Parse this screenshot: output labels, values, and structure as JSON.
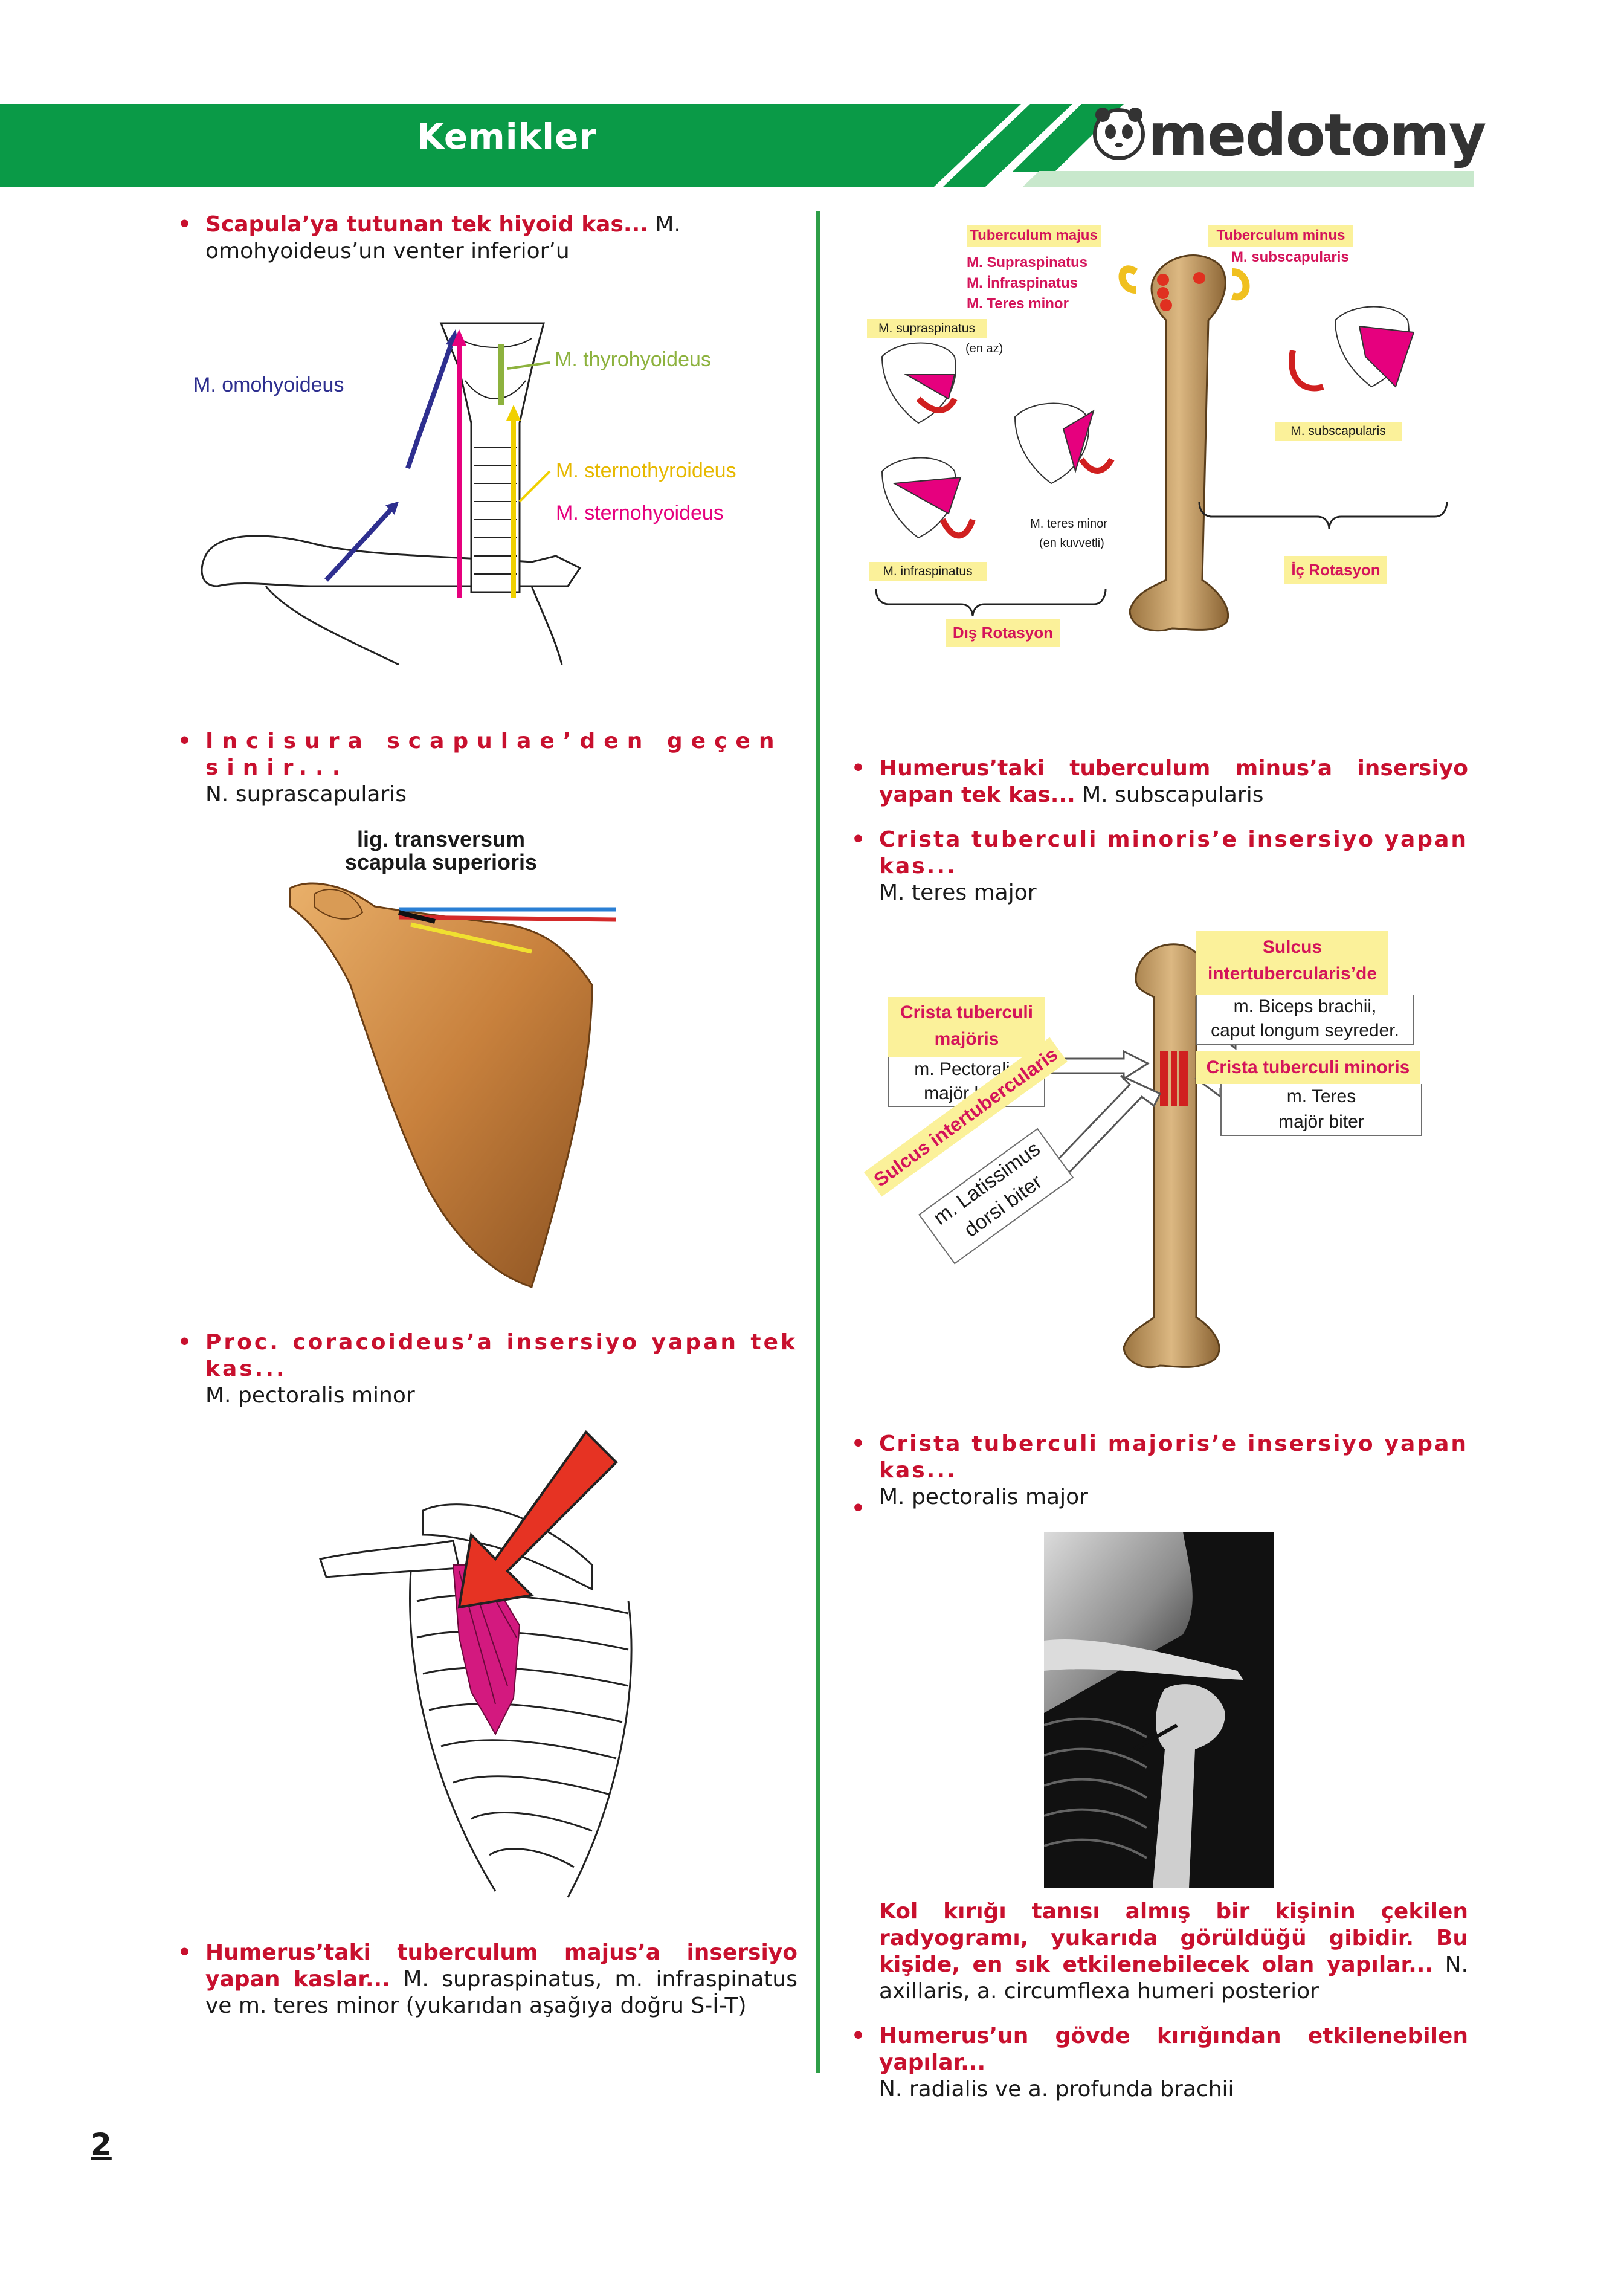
{
  "header": {
    "title": "Kemikler",
    "logo": "medotomy",
    "bar_color": "#0a9a47",
    "accent_color": "#c8e8cc"
  },
  "left": {
    "b1": {
      "red": "Scapula’ya tutunan tek hiyoid kas...",
      "text": " M. omohyoideus’un venter inferior’u"
    },
    "hyoid_labels": {
      "omohyoideus": "M. omohyoideus",
      "thyrohyoideus": "M. thyrohyoideus",
      "sternothyroideus": "M. sternothyroideus",
      "sternohyoideus": "M. sternohyoideus"
    },
    "b2": {
      "red": "Incisura scapulae’den geçen sinir...",
      "text": "N. suprascapularis"
    },
    "scapula_label": "lig. transversum scapula superioris",
    "b3": {
      "red": "Proc. coracoideus’a insersiyo yapan tek kas...",
      "text": "M. pectoralis minor"
    },
    "b4": {
      "red": "Humerus’taki tuberculum majus’a insersiyo yapan kaslar...",
      "text": " M. supraspinatus, m. infraspinatus ve m. teres minor (yukarıdan aşağıya doğru S-İ-T)"
    }
  },
  "right": {
    "rotation": {
      "tub_majus": "Tuberculum majus",
      "tub_majus_muscles": [
        "M. Supraspinatus",
        "M. İnfraspinatus",
        "M. Teres minor"
      ],
      "tub_minus": "Tuberculum minus",
      "tub_minus_muscle": "M. subscapularis",
      "supraspinatus": "M. supraspinatus",
      "en_az": "(en az)",
      "teres_minor": "M. teres minor",
      "en_kuvvetli": "(en kuvvetli)",
      "infraspinatus": "M. infraspinatus",
      "subscapularis": "M. subscapularis",
      "dis_rot": "Dış Rotasyon",
      "ic_rot": "İç Rotasyon"
    },
    "b5": {
      "red": "Humerus’taki tuberculum minus’a insersiyo yapan tek kas...",
      "text": " M. subscapularis"
    },
    "b6": {
      "red": "Crista tuberculi minoris’e insersiyo yapan kas...",
      "text": "M. teres major"
    },
    "humerus": {
      "sulcus_de_1": "Sulcus",
      "sulcus_de_2": "intertubercularis’de",
      "biceps_1": "m. Biceps brachii,",
      "biceps_2": "caput longum seyreder.",
      "crista_maj_1": "Crista tuberculi",
      "crista_maj_2": "majöris",
      "pect_1": "m. Pectoralis",
      "pect_2": "majör biter",
      "crista_min": "Crista tuberculi minoris",
      "teres_1": "m. Teres",
      "teres_2": "majör biter",
      "sulcus_rot": "Sulcus intertubercularis",
      "lat_1": "m. Latissimus",
      "lat_2": "dorsi biter"
    },
    "b7": {
      "red": "Crista tuberculi majoris’e insersiyo yapan kas...",
      "text": "M. pectoralis major"
    },
    "b8": {
      "red": "Kol kırığı tanısı almış bir kişinin çekilen radyogramı, yukarıda görüldüğü gibidir. Bu kişide, en sık etkilenebilecek olan yapılar...",
      "text": " N. axillaris, a. circumflexa humeri posterior"
    },
    "b9": {
      "red": "Humerus’un gövde kırığından etkilenebilen yapılar...",
      "text": "N. radialis ve a. profunda brachii"
    }
  },
  "page_number": "2"
}
